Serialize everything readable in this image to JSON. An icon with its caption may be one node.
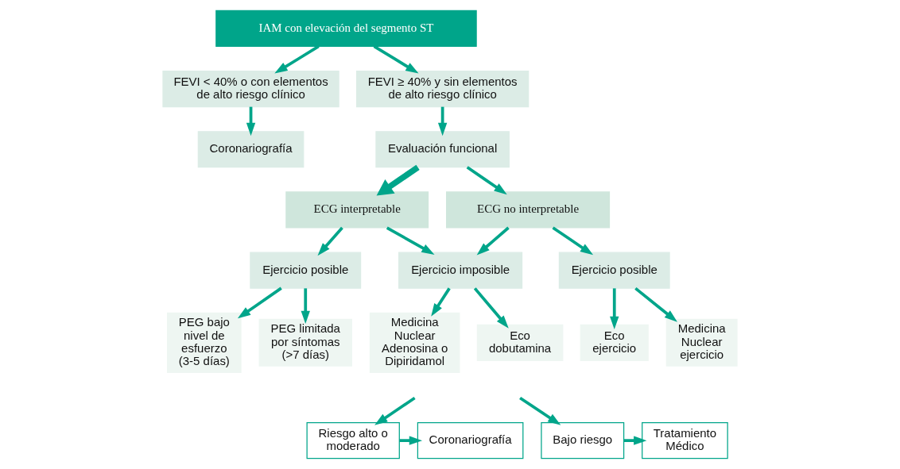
{
  "diagram": {
    "nodes": [
      {
        "text": [
          "IAM con elevación del segmento ST"
        ]
      },
      {
        "text": [
          "FEVI < 40% o con elementos de alto riesgo clínico"
        ]
      },
      {
        "text": [
          "FEVI ≥ 40% y sin elementos de alto riesgo clínico"
        ]
      },
      {
        "text": [
          "Coronariografía"
        ]
      },
      {
        "text": [
          "Evaluación funcional"
        ]
      },
      {
        "text": [
          "ECG interpretable"
        ]
      },
      {
        "text": [
          "ECG no interpretable"
        ]
      },
      {
        "text": [
          "Ejercicio posible"
        ]
      },
      {
        "text": [
          "Ejercicio imposible"
        ]
      },
      {
        "text": [
          "Ejercicio posible"
        ]
      },
      {
        "text": [
          "PEG bajo nivel de esfuerzo (3-5 días)"
        ]
      },
      {
        "text": [
          "PEG limitada por síntomas (>7 días)"
        ]
      },
      {
        "text": [
          "Medicina Nuclear Adenosina o Dipiridamol"
        ]
      },
      {
        "text": [
          "Eco dobutamina"
        ]
      },
      {
        "text": [
          "Eco ejercicio"
        ]
      },
      {
        "text": [
          "Medicina Nuclear ejercicio"
        ]
      },
      {
        "text": [
          "Coronariografía"
        ]
      },
      {
        "text": [
          "Riesgo alto o moderado"
        ]
      },
      {
        "text": [
          "Bajo riesgo"
        ]
      },
      {
        "text": [
          "Tratamiento Médico"
        ]
      }
    ],
    "edges": [
      {
        "from": 0,
        "to": 1,
        "arrow": "to"
      },
      {
        "from": 0,
        "to": 2,
        "arrow": "to"
      },
      {
        "from": 1,
        "to": 3,
        "arrow": "to"
      },
      {
        "from": 2,
        "to": 4,
        "arrow": "to"
      },
      {
        "from": 4,
        "to": 5,
        "arrow": "to",
        "style": "thick"
      },
      {
        "from": 4,
        "to": 6,
        "arrow": "to"
      },
      {
        "from": 5,
        "to": 7,
        "arrow": "to"
      },
      {
        "from": 5,
        "to": 8,
        "arrow": "to"
      },
      {
        "from": 6,
        "to": 8,
        "arrow": "to"
      },
      {
        "from": 6,
        "to": 9,
        "arrow": "to"
      },
      {
        "from": 7,
        "to": 10,
        "arrow": "to"
      },
      {
        "from": 7,
        "to": 11,
        "arrow": "to"
      },
      {
        "from": 8,
        "to": 12,
        "arrow": "to"
      },
      {
        "from": 8,
        "to": 13,
        "arrow": "to"
      },
      {
        "from": 9,
        "to": 14,
        "arrow": "to"
      },
      {
        "from": 9,
        "to": 15,
        "arrow": "to"
      },
      {
        "from": null,
        "to": 17,
        "arrow": "to"
      },
      {
        "from": null,
        "to": 18,
        "arrow": "to"
      },
      {
        "from": 17,
        "to": 16,
        "arrow": "to"
      },
      {
        "from": 18,
        "to": 19,
        "arrow": "to"
      }
    ]
  }
}
